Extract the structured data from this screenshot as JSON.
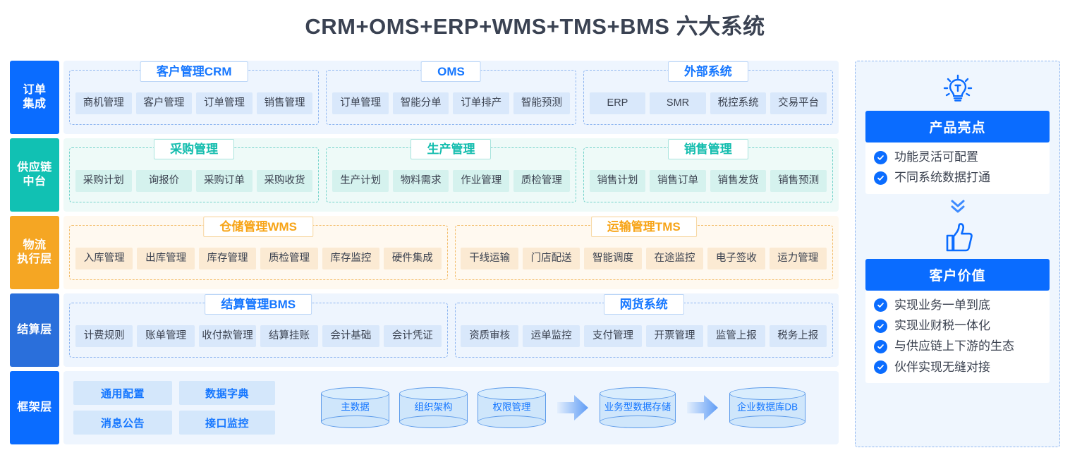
{
  "title": "CRM+OMS+ERP+WMS+TMS+BMS 六大系统",
  "colors": {
    "brand_blue": "#0a6cff",
    "teal": "#14bdae",
    "orange": "#f7a417",
    "indigo": "#2a6fdb",
    "text": "#3b4250"
  },
  "bands": [
    {
      "label": "订单\n集成",
      "label_line1": "订单",
      "label_line2": "集成",
      "label_color": "#0a6cff",
      "theme": "blue",
      "groups": [
        {
          "title": "客户管理CRM",
          "items": [
            "商机管理",
            "客户管理",
            "订单管理",
            "销售管理"
          ]
        },
        {
          "title": "OMS",
          "items": [
            "订单管理",
            "智能分单",
            "订单排产",
            "智能预测"
          ]
        },
        {
          "title": "外部系统",
          "items": [
            "ERP",
            "SMR",
            "税控系统",
            "交易平台"
          ]
        }
      ]
    },
    {
      "label_line1": "供应链",
      "label_line2": "中台",
      "label_color": "#11c1b3",
      "theme": "teal",
      "groups": [
        {
          "title": "采购管理",
          "items": [
            "采购计划",
            "询报价",
            "采购订单",
            "采购收货"
          ]
        },
        {
          "title": "生产管理",
          "items": [
            "生产计划",
            "物料需求",
            "作业管理",
            "质检管理"
          ]
        },
        {
          "title": "销售管理",
          "items": [
            "销售计划",
            "销售订单",
            "销售发货",
            "销售预测"
          ]
        }
      ]
    },
    {
      "label_line1": "物流",
      "label_line2": "执行层",
      "label_color": "#f5a623",
      "theme": "orange",
      "groups": [
        {
          "title": "仓储管理WMS",
          "items": [
            "入库管理",
            "出库管理",
            "库存管理",
            "质检管理",
            "库存监控",
            "硬件集成"
          ]
        },
        {
          "title": "运输管理TMS",
          "items": [
            "干线运输",
            "门店配送",
            "智能调度",
            "在途监控",
            "电子签收",
            "运力管理"
          ]
        }
      ]
    },
    {
      "label_line1": "结算层",
      "label_line2": "",
      "label_color": "#2a6fdb",
      "theme": "blue",
      "groups": [
        {
          "title": "结算管理BMS",
          "items": [
            "计费规则",
            "账单管理",
            "收付款管理",
            "结算挂账",
            "会计基础",
            "会计凭证"
          ]
        },
        {
          "title": "网货系统",
          "items": [
            "资质审核",
            "运单监控",
            "支付管理",
            "开票管理",
            "监管上报",
            "税务上报"
          ]
        }
      ]
    }
  ],
  "framework": {
    "label_line1": "框架层",
    "label_line2": "",
    "label_color": "#0a6cff",
    "tiles": [
      "通用配置",
      "数据字典",
      "消息公告",
      "接口监控"
    ],
    "flow": [
      {
        "kind": "cylinder",
        "label": "主数据"
      },
      {
        "kind": "cylinder",
        "label": "组织架构"
      },
      {
        "kind": "cylinder",
        "label": "权限管理"
      },
      {
        "kind": "arrow",
        "label": "arrow-right-icon"
      },
      {
        "kind": "cylinder",
        "label": "业务型数据存储"
      },
      {
        "kind": "arrow",
        "label": "arrow-right-icon"
      },
      {
        "kind": "cylinder",
        "label": "企业数据库DB"
      }
    ]
  },
  "side": {
    "highlight": {
      "icon": "lightbulb-icon",
      "banner": "产品亮点",
      "items": [
        "功能灵活可配置",
        "不同系统数据打通"
      ]
    },
    "divider_icon": "chevron-double-down-icon",
    "value": {
      "icon": "thumbs-up-icon",
      "banner": "客户价值",
      "items": [
        "实现业务一单到底",
        "实现业财税一体化",
        "与供应链上下游的生态",
        "伙伴实现无缝对接"
      ]
    }
  }
}
